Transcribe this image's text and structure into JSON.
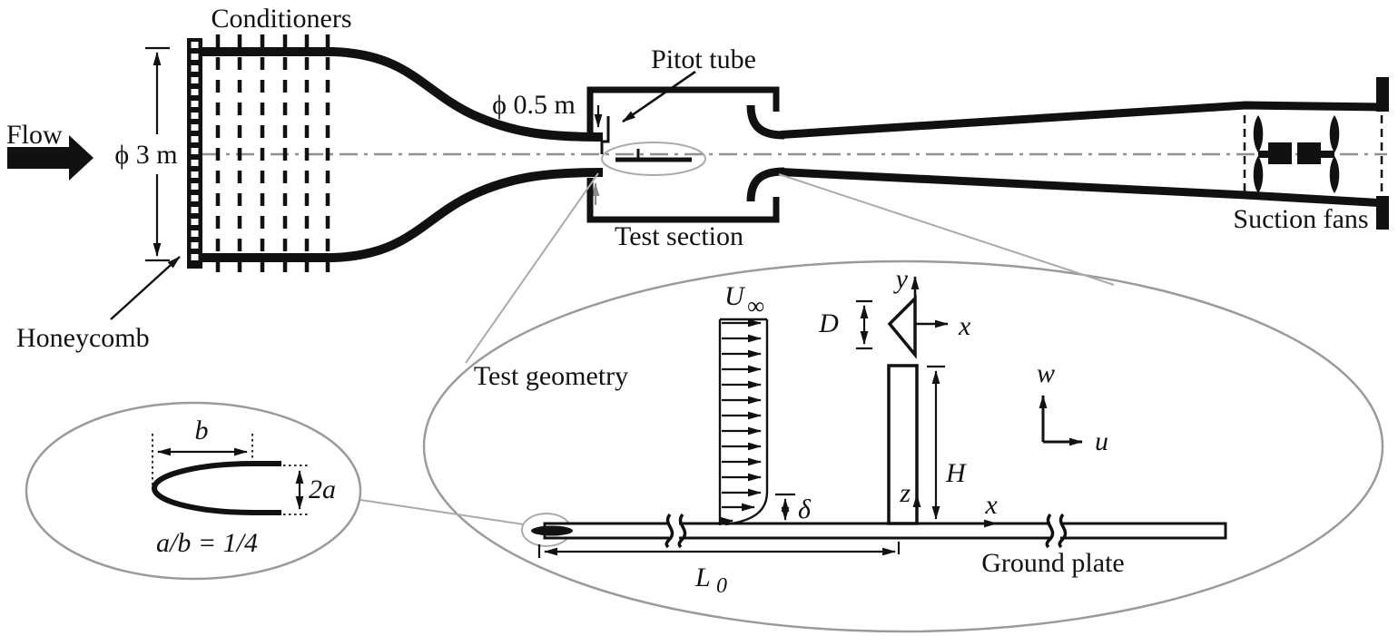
{
  "figure": {
    "tunnel": {
      "flow_label": "Flow",
      "conditioners_label": "Conditioners",
      "honeycomb_label": "Honeycomb",
      "inlet_diameter_label": "ϕ 3 m",
      "nozzle_diameter_label": "ϕ 0.5 m",
      "pitot_label": "Pitot tube",
      "test_section_label": "Test section",
      "suction_fans_label": "Suction fans"
    },
    "test_geometry": {
      "title": "Test geometry",
      "freestream_base": "U",
      "freestream_sub": "∞",
      "boundary_layer_delta": "δ",
      "depth_label": "D",
      "height_label": "H",
      "axis_y": "y",
      "axis_x_section": "x",
      "axis_z": "z",
      "axis_x_plate": "x",
      "axis_w": "w",
      "axis_u": "u",
      "length_base": "L",
      "length_sub": "0",
      "ground_plate_label": "Ground plate"
    },
    "leading_edge": {
      "b_label": "b",
      "two_a_label": "2a",
      "ratio_label": "a/b = 1/4"
    },
    "colors": {
      "ink": "#111111",
      "gray_line": "#9a9a9a",
      "gray_arrow": "#8a8a8a"
    }
  }
}
